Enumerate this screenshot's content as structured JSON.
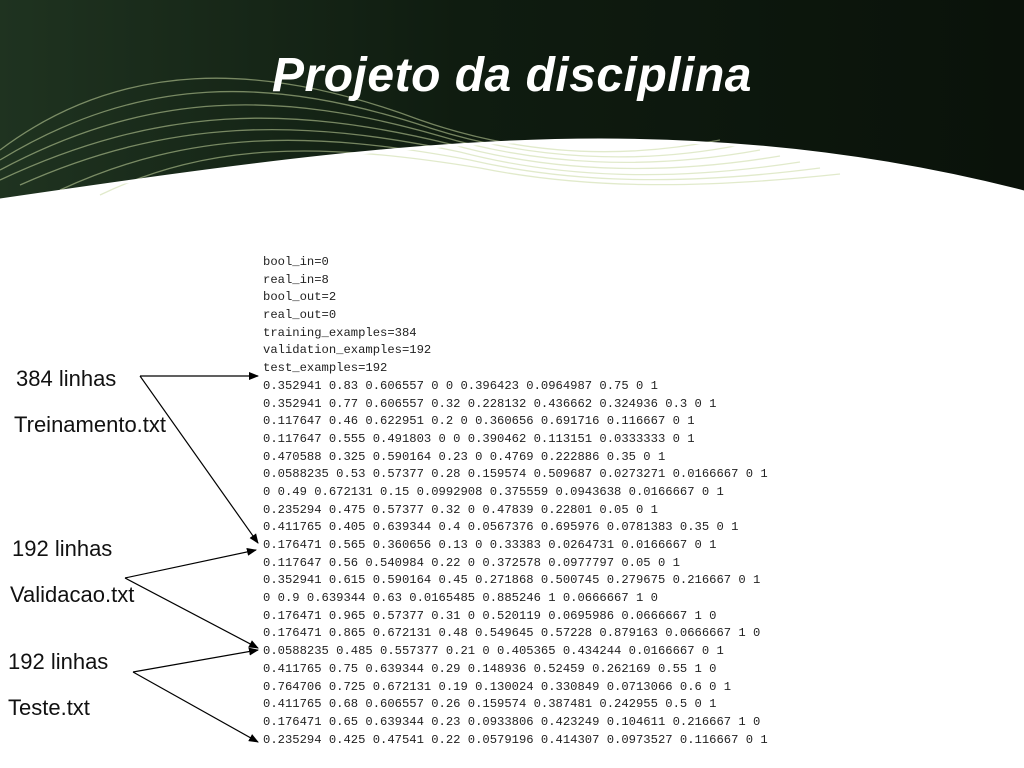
{
  "slide": {
    "title": "Projeto da disciplina"
  },
  "code_lines": [
    "bool_in=0",
    "real_in=8",
    "bool_out=2",
    "real_out=0",
    "training_examples=384",
    "validation_examples=192",
    "test_examples=192",
    "0.352941 0.83 0.606557 0 0 0.396423 0.0964987 0.75 0 1",
    "0.352941 0.77 0.606557 0.32 0.228132 0.436662 0.324936 0.3 0 1",
    "0.117647 0.46 0.622951 0.2 0 0.360656 0.691716 0.116667 0 1",
    "0.117647 0.555 0.491803 0 0 0.390462 0.113151 0.0333333 0 1",
    "0.470588 0.325 0.590164 0.23 0 0.4769 0.222886 0.35 0 1",
    "0.0588235 0.53 0.57377 0.28 0.159574 0.509687 0.0273271 0.0166667 0 1",
    "0 0.49 0.672131 0.15 0.0992908 0.375559 0.0943638 0.0166667 0 1",
    "0.235294 0.475 0.57377 0.32 0 0.47839 0.22801 0.05 0 1",
    "0.411765 0.405 0.639344 0.4 0.0567376 0.695976 0.0781383 0.35 0 1",
    "0.176471 0.565 0.360656 0.13 0 0.33383 0.0264731 0.0166667 0 1",
    "0.117647 0.56 0.540984 0.22 0 0.372578 0.0977797 0.05 0 1",
    "0.352941 0.615 0.590164 0.45 0.271868 0.500745 0.279675 0.216667 0 1",
    "0 0.9 0.639344 0.63 0.0165485 0.885246 1 0.0666667 1 0",
    "0.176471 0.965 0.57377 0.31 0 0.520119 0.0695986 0.0666667 1 0",
    "0.176471 0.865 0.672131 0.48 0.549645 0.57228 0.879163 0.0666667 1 0",
    "0.0588235 0.485 0.557377 0.21 0 0.405365 0.434244 0.0166667 0 1",
    "0.411765 0.75 0.639344 0.29 0.148936 0.52459 0.262169 0.55 1 0",
    "0.764706 0.725 0.672131 0.19 0.130024 0.330849 0.0713066 0.6 0 1",
    "0.411765 0.68 0.606557 0.26 0.159574 0.387481 0.242955 0.5 0 1",
    "0.176471 0.65 0.639344 0.23 0.0933806 0.423249 0.104611 0.216667 1 0",
    "0.235294 0.425 0.47541 0.22 0.0579196 0.414307 0.0973527 0.116667 0 1"
  ],
  "annotations": {
    "training": {
      "count": "384 linhas",
      "file": "Treinamento.txt"
    },
    "validation": {
      "count": "192 linhas",
      "file": "Validacao.txt"
    },
    "test": {
      "count": "192 linhas",
      "file": "Teste.txt"
    }
  },
  "colors": {
    "banner_dark": "#0f1a10",
    "banner_swoosh": "#c8d8a0",
    "title_text": "#ffffff"
  }
}
